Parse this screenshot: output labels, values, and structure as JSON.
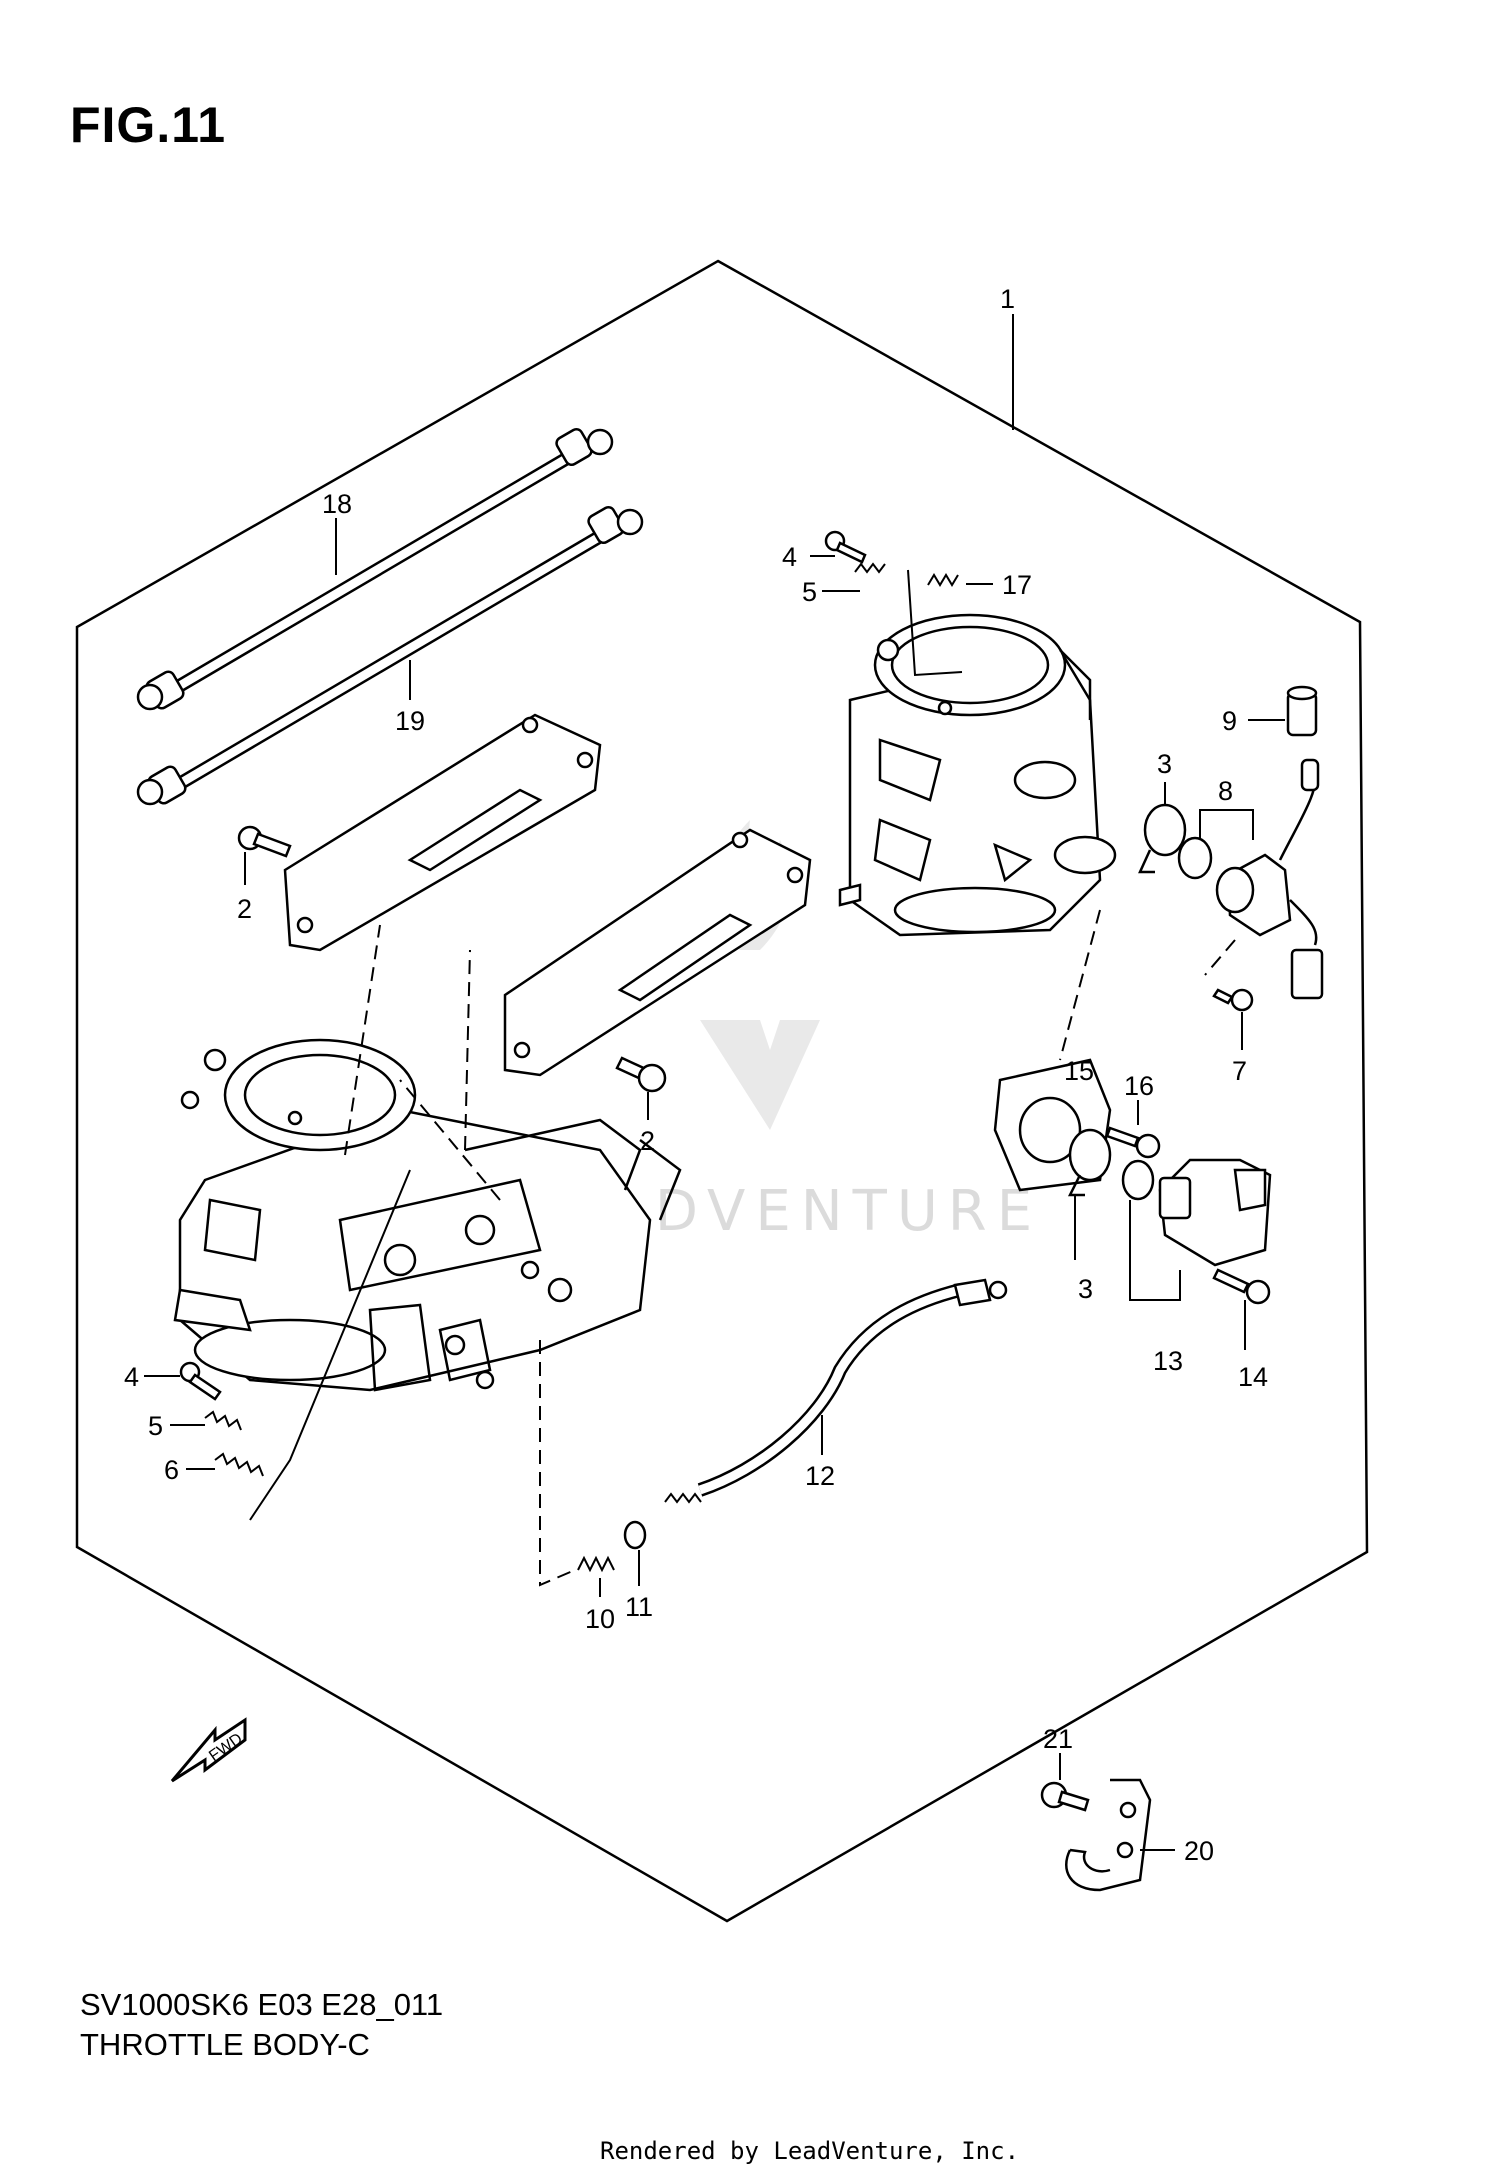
{
  "figure": {
    "title": "FIG.11",
    "model_code": "SV1000SK6 E03 E28_011",
    "section_name": "THROTTLE BODY-C",
    "render_credit": "Rendered by LeadVenture, Inc.",
    "watermark_text": "LEADVENTURE",
    "fwd_label": "FWD"
  },
  "callouts": [
    {
      "id": "1",
      "label": "1"
    },
    {
      "id": "2a",
      "label": "2"
    },
    {
      "id": "2b",
      "label": "2"
    },
    {
      "id": "3a",
      "label": "3"
    },
    {
      "id": "3b",
      "label": "3"
    },
    {
      "id": "4a",
      "label": "4"
    },
    {
      "id": "4b",
      "label": "4"
    },
    {
      "id": "5a",
      "label": "5"
    },
    {
      "id": "5b",
      "label": "5"
    },
    {
      "id": "6",
      "label": "6"
    },
    {
      "id": "7",
      "label": "7"
    },
    {
      "id": "8",
      "label": "8"
    },
    {
      "id": "9",
      "label": "9"
    },
    {
      "id": "10",
      "label": "10"
    },
    {
      "id": "11",
      "label": "11"
    },
    {
      "id": "12",
      "label": "12"
    },
    {
      "id": "13",
      "label": "13"
    },
    {
      "id": "14",
      "label": "14"
    },
    {
      "id": "15",
      "label": "15"
    },
    {
      "id": "16",
      "label": "16"
    },
    {
      "id": "17",
      "label": "17"
    },
    {
      "id": "18",
      "label": "18"
    },
    {
      "id": "19",
      "label": "19"
    },
    {
      "id": "20",
      "label": "20"
    },
    {
      "id": "21",
      "label": "21"
    }
  ],
  "icons": {
    "fwd_arrow": "fwd-arrow-icon",
    "watermark_logo": "leadventure-logo-icon"
  }
}
